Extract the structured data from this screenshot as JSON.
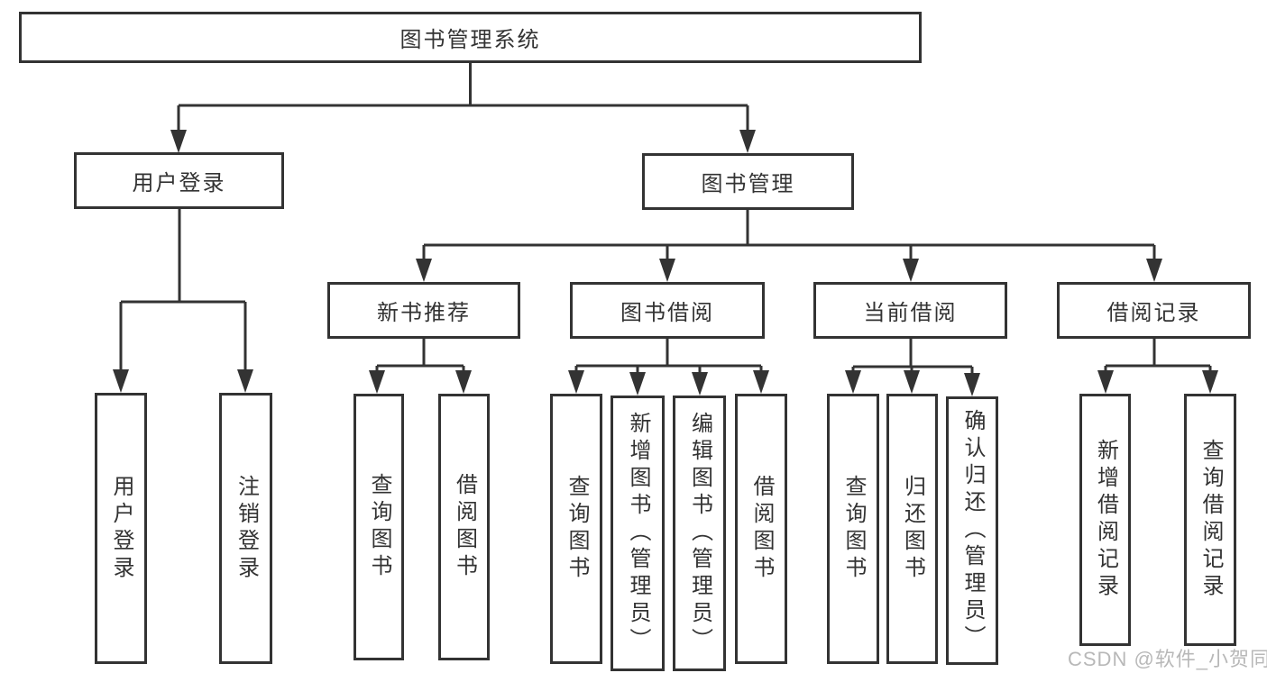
{
  "diagram": {
    "root": {
      "label": "图书管理系统"
    },
    "branches": [
      {
        "label": "用户登录",
        "children": [
          {
            "label": "用户登录"
          },
          {
            "label": "注销登录"
          }
        ]
      },
      {
        "label": "图书管理",
        "children": [
          {
            "label": "新书推荐",
            "children": [
              {
                "label": "查询图书"
              },
              {
                "label": "借阅图书"
              }
            ]
          },
          {
            "label": "图书借阅",
            "children": [
              {
                "label": "查询图书"
              },
              {
                "label": "新增图书（管理员）"
              },
              {
                "label": "编辑图书（管理员）"
              },
              {
                "label": "借阅图书"
              }
            ]
          },
          {
            "label": "当前借阅",
            "children": [
              {
                "label": "查询图书"
              },
              {
                "label": "归还图书"
              },
              {
                "label": "确认归还（管理员）"
              }
            ]
          },
          {
            "label": "借阅记录",
            "children": [
              {
                "label": "新增借阅记录"
              },
              {
                "label": "查询借阅记录"
              }
            ]
          }
        ]
      }
    ]
  },
  "watermark": {
    "text": "CSDN @软件_小贺同学",
    "color": "#b8b8b8"
  },
  "colors": {
    "line": "#333333",
    "box_border": "#333333",
    "text": "#333333",
    "background": "#ffffff"
  }
}
